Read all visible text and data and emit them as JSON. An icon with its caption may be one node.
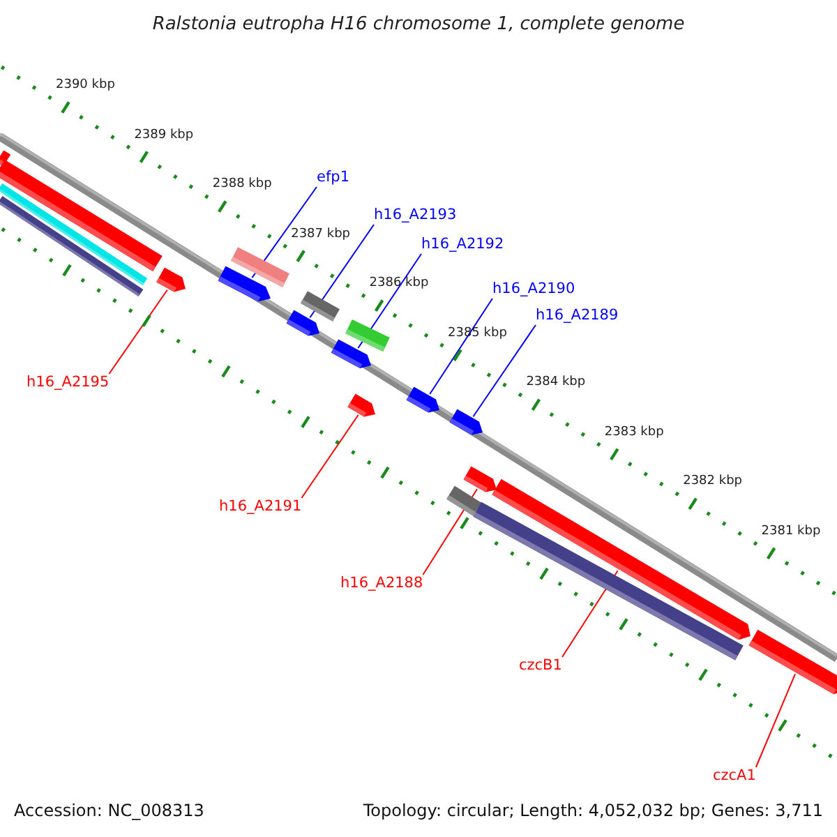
{
  "diagram": {
    "title": "Ralstonia eutropha H16 chromosome 1, complete genome",
    "nodes": [
      {
        "text": [
          "efp1"
        ]
      },
      {
        "text": [
          "h16_A2193"
        ]
      },
      {
        "text": [
          "h16_A2192"
        ]
      },
      {
        "text": [
          "h16_A2190"
        ]
      },
      {
        "text": [
          "h16_A2189"
        ]
      },
      {
        "text": [
          "h16_A2195"
        ]
      },
      {
        "text": [
          "h16_A2191"
        ]
      },
      {
        "text": [
          "h16_A2188"
        ]
      },
      {
        "text": [
          "czcB1"
        ]
      },
      {
        "text": [
          "czcA1"
        ]
      },
      {
        "text": [],
        "shape": "bar"
      },
      {
        "text": [],
        "shape": "bar"
      },
      {
        "text": [],
        "shape": "bar"
      },
      {
        "text": [],
        "shape": "bar"
      },
      {
        "text": [],
        "shape": "bar"
      },
      {
        "text": [],
        "shape": "bar"
      },
      {
        "text": [],
        "shape": "bar"
      },
      {
        "text": [],
        "shape": "bar"
      },
      {
        "text": [],
        "shape": "bar"
      },
      {
        "text": [],
        "shape": "bar"
      }
    ],
    "edges": [
      {
        "from": 0,
        "to": 10,
        "arrow": "none",
        "color": "#0000ff"
      },
      {
        "from": 1,
        "to": 11,
        "arrow": "none",
        "color": "#0000ff"
      },
      {
        "from": 2,
        "to": 12,
        "arrow": "none",
        "color": "#0000ff"
      },
      {
        "from": 3,
        "to": 13,
        "arrow": "none",
        "color": "#0000ff"
      },
      {
        "from": 4,
        "to": 14,
        "arrow": "none",
        "color": "#0000ff"
      },
      {
        "from": 5,
        "to": 15,
        "arrow": "none",
        "color": "#ff0000"
      },
      {
        "from": 6,
        "to": 16,
        "arrow": "none",
        "color": "#ff0000"
      },
      {
        "from": 7,
        "to": 17,
        "arrow": "none",
        "color": "#ff0000"
      },
      {
        "from": 8,
        "to": 18,
        "arrow": "none",
        "color": "#ff0000"
      },
      {
        "from": 9,
        "to": 19,
        "arrow": "none",
        "color": "#ff0000"
      }
    ],
    "labels": [
      "2390 kbp",
      "2389 kbp",
      "2388 kbp",
      "2387 kbp",
      "2386 kbp",
      "2385 kbp",
      "2384 kbp",
      "2383 kbp",
      "2382 kbp",
      "2381 kbp",
      "Accession: NC_008313",
      "Topology: circular; Length: 4,052,032 bp; Genes: 3,711"
    ]
  }
}
